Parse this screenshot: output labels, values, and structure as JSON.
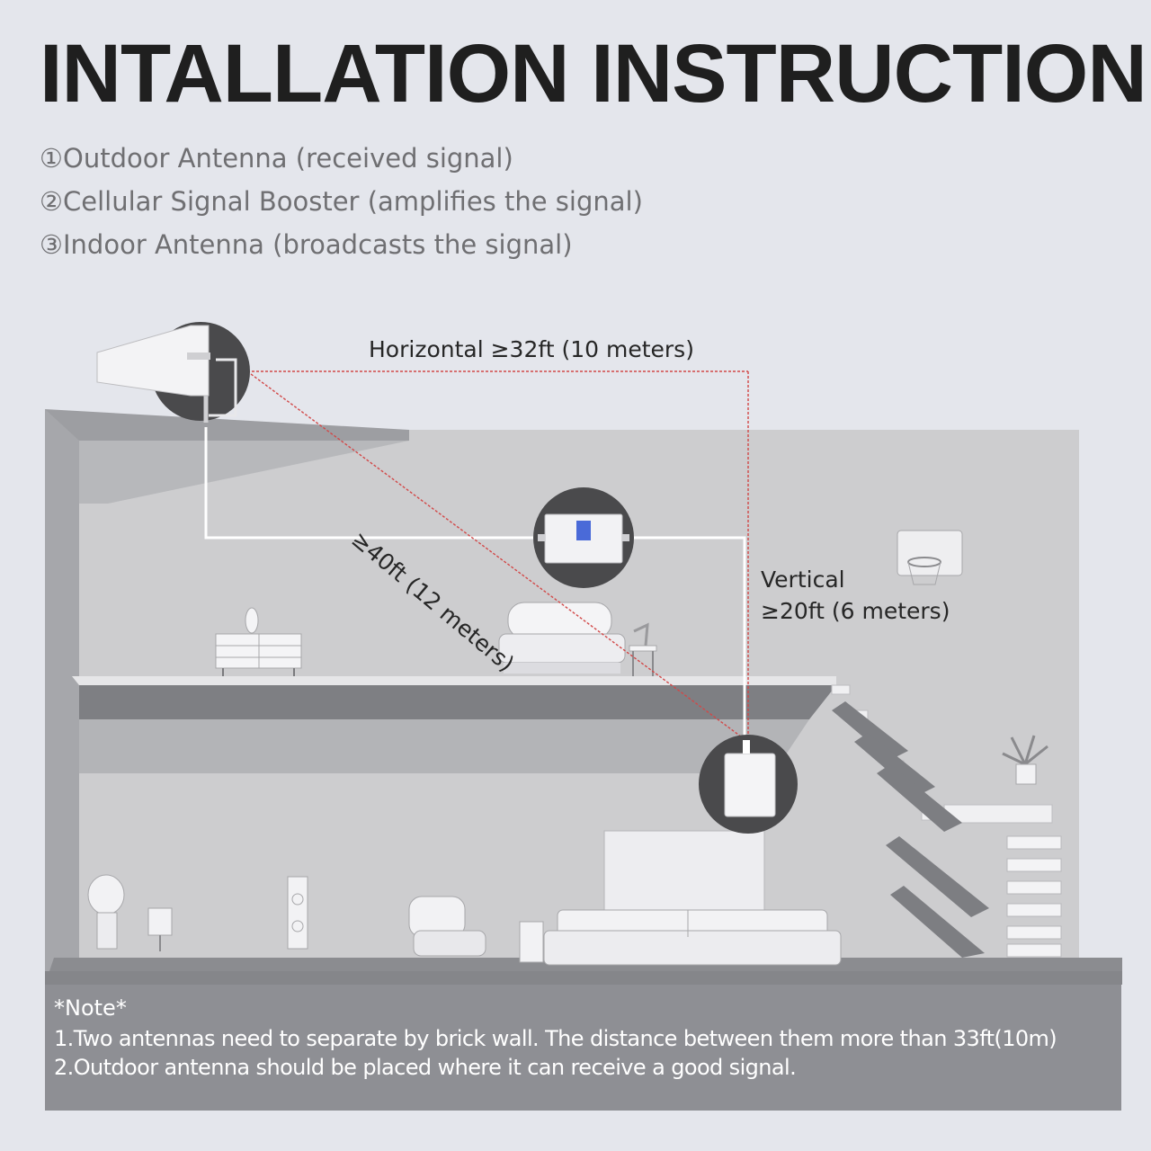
{
  "title": "INTALLATION INSTRUCTION",
  "legend": [
    "①Outdoor Antenna (received signal)",
    "②Cellular Signal Booster (amplifies the signal)",
    "③Indoor Antenna (broadcasts the signal)"
  ],
  "distances": {
    "horizontal": "Horizontal ≥32ft (10 meters)",
    "diagonal": "≥40ft (12 meters)",
    "vertical_label": "Vertical",
    "vertical_value": "≥20ft (6 meters)"
  },
  "note": {
    "heading": "*Note*",
    "items": [
      "1.Two antennas need to separate by brick wall. The distance between them more than 33ft(10m)",
      "2.Outdoor antenna should be placed where it can receive a good signal."
    ]
  },
  "colors": {
    "background": "#e4e6ec",
    "wall": "#cbcbcd",
    "floor": "#88898d",
    "note_bg": "#8e8f94",
    "guide_line": "#d24848"
  },
  "icons": [
    "outdoor-antenna-icon",
    "signal-booster-icon",
    "indoor-antenna-icon",
    "basketball-hoop-icon"
  ]
}
